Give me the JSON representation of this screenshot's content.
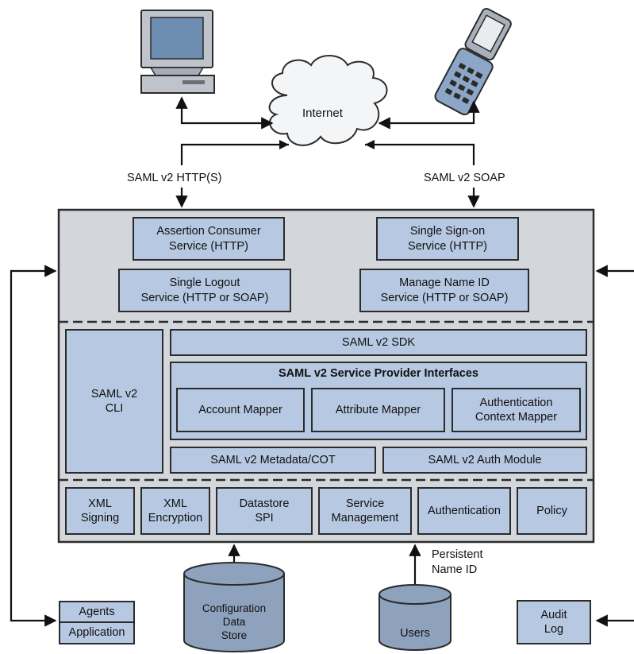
{
  "internet": "Internet",
  "left_protocol": "SAML v2 HTTP(S)",
  "right_protocol": "SAML v2 SOAP",
  "services": {
    "assertion_consumer": "Assertion Consumer\nService (HTTP)",
    "single_sign_on": "Single Sign-on\nService (HTTP)",
    "single_logout": "Single Logout\nService (HTTP or SOAP)",
    "manage_name_id": "Manage Name ID\nService (HTTP or SOAP)"
  },
  "cli": "SAML v2\nCLI",
  "sdk": "SAML v2 SDK",
  "spi": {
    "title": "SAML v2 Service Provider Interfaces",
    "account_mapper": "Account Mapper",
    "attribute_mapper": "Attribute Mapper",
    "auth_context_mapper": "Authentication\nContext Mapper"
  },
  "metadata_cot": "SAML v2 Metadata/COT",
  "auth_module": "SAML v2 Auth Module",
  "bottom_layer": {
    "xml_signing": "XML\nSigning",
    "xml_encryption": "XML\nEncryption",
    "datastore_spi": "Datastore\nSPI",
    "service_management": "Service\nManagement",
    "authentication": "Authentication",
    "policy": "Policy"
  },
  "persistent_name_id": "Persistent\nName ID",
  "config_store": "Configuration\nData\nStore",
  "users": "Users",
  "agents": "Agents",
  "application": "Application",
  "audit_log": "Audit\nLog",
  "icons": [
    "computer-icon",
    "cell-phone-icon",
    "cloud-icon",
    "database-icon"
  ],
  "colors": {
    "box_fill": "#b7c8e2",
    "panel_fill": "#d3d6da",
    "db_fill": "#8ea2bd",
    "stroke": "#2b2b2b"
  }
}
